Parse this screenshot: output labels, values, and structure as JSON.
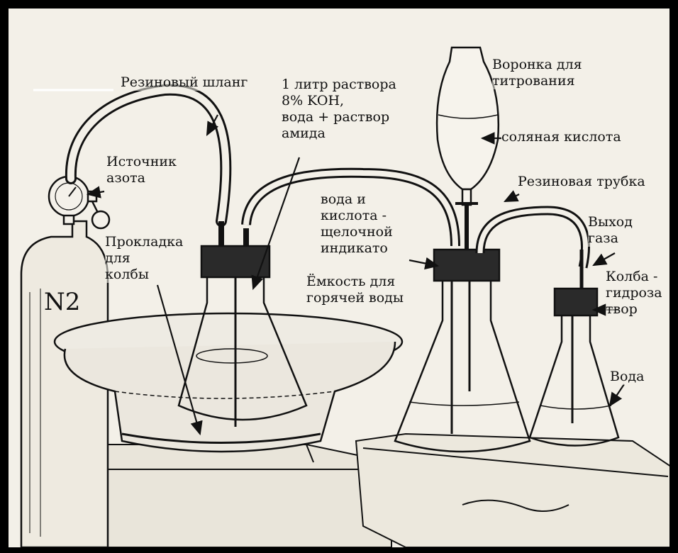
{
  "labels": {
    "hose": "Резиновый шланг",
    "solution": "1 литр раствора\n8% KOH,\nвода + раствор\nамида",
    "funnel": "Воронка для\nтитрования",
    "acid": "соляная кислота",
    "tube": "Резиновая трубка",
    "nitrogen": "Источник\nазота",
    "water_acid": "вода и\nкислота -\nщелочной\nиндикато",
    "gas_out": "Выход\nгаза",
    "pad": "Прокладка\nдля\nколбы",
    "container": "Ёмкость для\nгорячей воды",
    "trap": "Колба -\nгидроза\nтвор",
    "water": "Вода"
  },
  "cylinder_text": "N2",
  "colors": {
    "ink": "#111111",
    "paper": "#f3f0e8",
    "frame": "#000000"
  }
}
